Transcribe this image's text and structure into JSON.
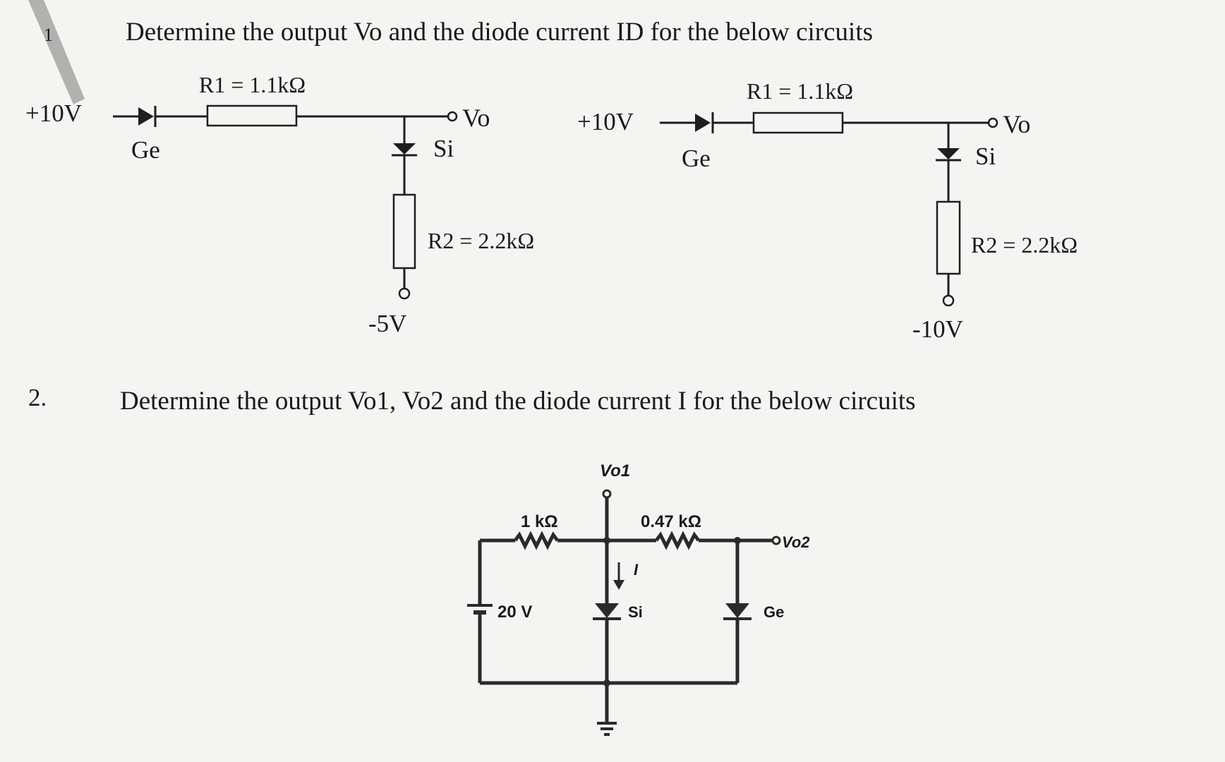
{
  "problem1": {
    "number": "1",
    "heading": "Determine the output Vo and the diode current ID for the below circuits",
    "left_circuit": {
      "source": "+10V",
      "diode1": "Ge",
      "r1": "R1 = 1.1kΩ",
      "output": "Vo",
      "diode2": "Si",
      "r2": "R2 = 2.2kΩ",
      "supply": "-5V"
    },
    "right_circuit": {
      "source": "+10V",
      "diode1": "Ge",
      "r1": "R1 = 1.1kΩ",
      "output": "Vo",
      "diode2": "Si",
      "r2": "R2 = 2.2kΩ",
      "supply": "-10V"
    }
  },
  "problem2": {
    "number": "2.",
    "heading": "Determine the output Vo1, Vo2 and the diode current I for the below circuits",
    "circuit": {
      "r1": "1 kΩ",
      "r2": "0.47 kΩ",
      "battery": "20 V",
      "vo1": "Vo1",
      "vo2": "Vo2",
      "current": "I",
      "diode_si": "Si",
      "diode_ge": "Ge"
    }
  }
}
